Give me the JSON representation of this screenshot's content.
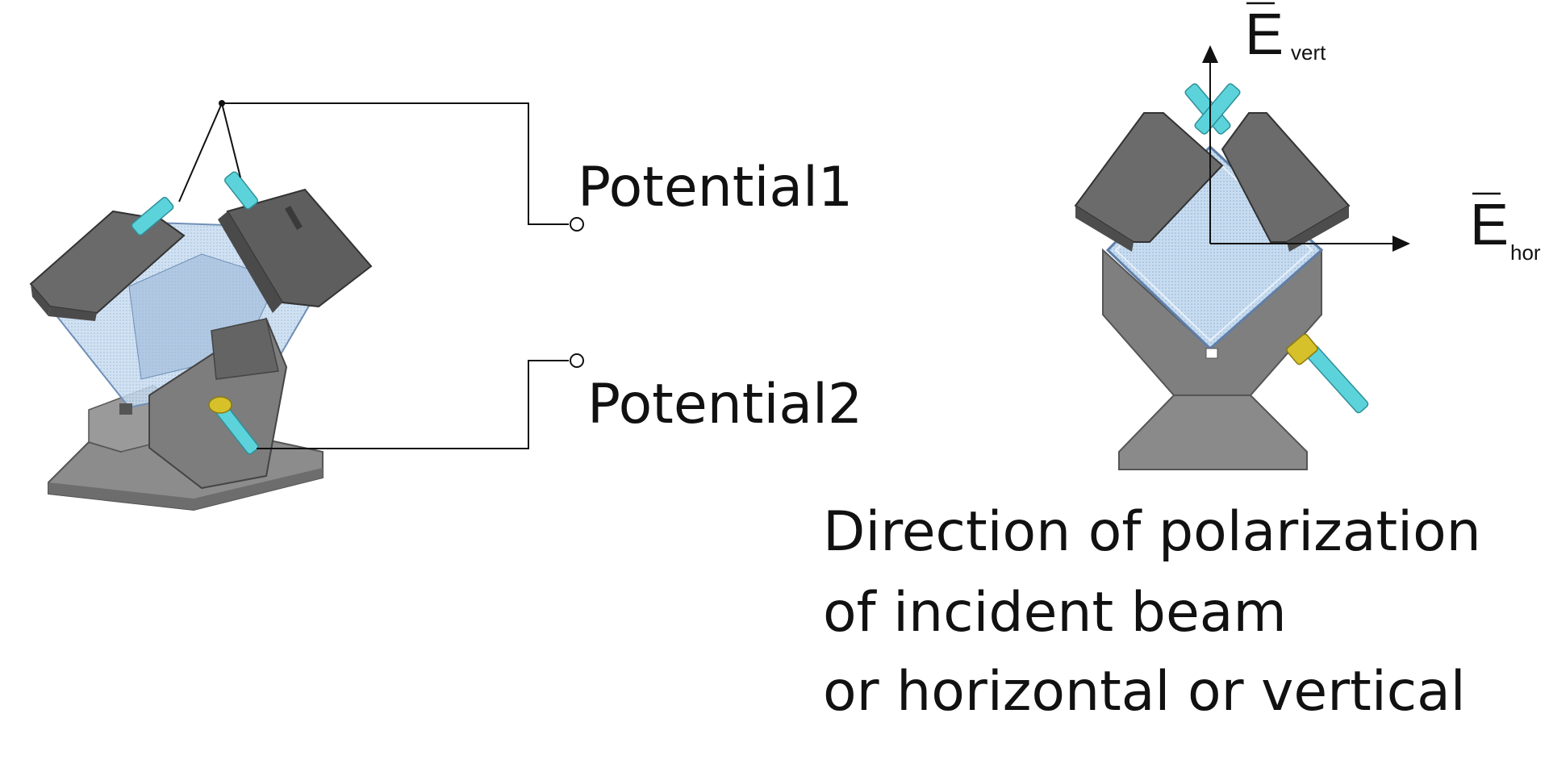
{
  "labels": {
    "potential1": "Potential1",
    "potential2": "Potential2",
    "e_vert_symbol": "E",
    "e_vert_sub": "vert",
    "e_hor_symbol": "E",
    "e_hor_sub": "hor",
    "caption_line1": "Direction of polarization",
    "caption_line2": "of incident beam",
    "caption_line3": "or horizontal or vertical"
  },
  "colors": {
    "body_gray": "#8a8a8a",
    "dark_gray": "#5e5e5e",
    "crystal_blue": "#c9dcef",
    "electrode_cyan": "#5cd3db",
    "connector_yellow": "#d6c12a",
    "line": "#111111"
  }
}
